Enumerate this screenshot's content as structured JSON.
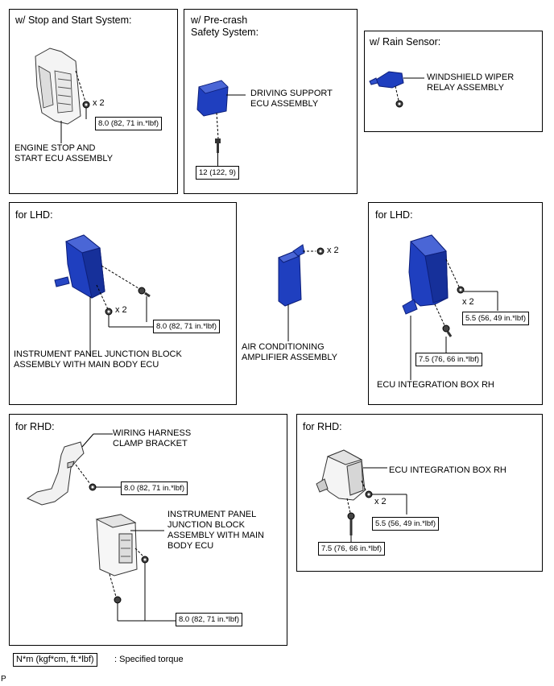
{
  "panels": {
    "stop_start": {
      "title": "w/ Stop and Start System:",
      "part": "ENGINE STOP AND\nSTART ECU ASSEMBLY",
      "qty": "x 2",
      "torque": "8.0 (82, 71 in.*lbf)"
    },
    "precrash": {
      "title": "w/ Pre-crash\nSafety System:",
      "part": "DRIVING SUPPORT\nECU ASSEMBLY",
      "torque": "12 (122, 9)"
    },
    "rain": {
      "title": "w/ Rain Sensor:",
      "part": "WINDSHIELD WIPER\nRELAY ASSEMBLY"
    },
    "lhd_ipjb": {
      "title": "for LHD:",
      "part": "INSTRUMENT PANEL JUNCTION BLOCK\nASSEMBLY WITH MAIN BODY ECU",
      "qty": "x 2",
      "torque": "8.0 (82, 71 in.*lbf)"
    },
    "ac_amp": {
      "part": "AIR CONDITIONING\nAMPLIFIER ASSEMBLY",
      "qty": "x 2"
    },
    "lhd_ecu_box": {
      "title": "for LHD:",
      "part": "ECU INTEGRATION BOX RH",
      "qty": "x 2",
      "torque_a": "5.5 (56, 49 in.*lbf)",
      "torque_b": "7.5 (76, 66 in.*lbf)"
    },
    "rhd_ipjb": {
      "title": "for RHD:",
      "part_a": "WIRING HARNESS\nCLAMP BRACKET",
      "part_b": "INSTRUMENT PANEL\nJUNCTION BLOCK\nASSEMBLY WITH MAIN\nBODY ECU",
      "torque_a": "8.0 (82, 71 in.*lbf)",
      "torque_b": "8.0 (82, 71 in.*lbf)"
    },
    "rhd_ecu_box": {
      "title": "for RHD:",
      "part": "ECU INTEGRATION BOX RH",
      "qty": "x 2",
      "torque_a": "5.5 (56, 49 in.*lbf)",
      "torque_b": "7.5 (76, 66 in.*lbf)"
    }
  },
  "legend": {
    "unit": "N*m (kgf*cm, ft.*lbf)",
    "meaning": ": Specified torque"
  },
  "corner_mark": "P",
  "colors": {
    "part_blue": "#1f3fbf",
    "part_blue_dark": "#0d1f7a",
    "outline": "#000000"
  }
}
